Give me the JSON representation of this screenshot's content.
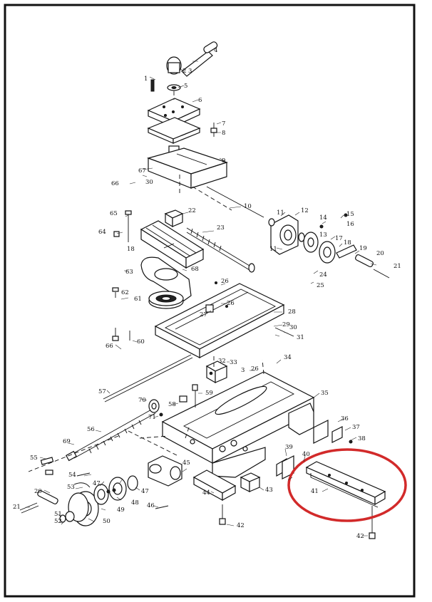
{
  "diagram": {
    "highlight_color": "#d22a2a",
    "part_numbers": [
      "1",
      "2",
      "3",
      "4",
      "5",
      "6",
      "7",
      "8",
      "9",
      "10",
      "11",
      "11",
      "12",
      "13",
      "14",
      "15",
      "16",
      "17",
      "18",
      "19",
      "20",
      "21",
      "22",
      "23",
      "24",
      "25",
      "26",
      "26",
      "26",
      "27",
      "28",
      "29",
      "30",
      "30",
      "31",
      "32",
      "33",
      "34",
      "35",
      "36",
      "37",
      "38",
      "39",
      "40",
      "41",
      "42",
      "42",
      "43",
      "44",
      "45",
      "46",
      "47",
      "47",
      "48",
      "49",
      "50",
      "51",
      "52",
      "53",
      "54",
      "55",
      "56",
      "57",
      "58",
      "59",
      "60",
      "61",
      "62",
      "63",
      "64",
      "65",
      "66",
      "66",
      "67",
      "68",
      "69",
      "70",
      "71",
      "18",
      "20",
      "21",
      "3"
    ]
  }
}
